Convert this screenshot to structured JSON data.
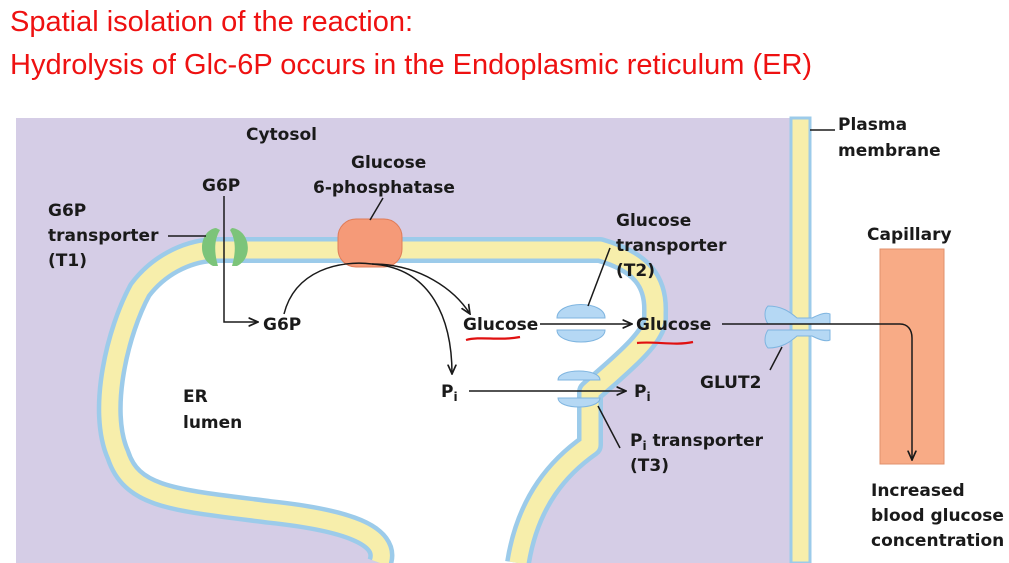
{
  "title_line1": "Spatial isolation of the reaction:",
  "title_line2": "Hydrolysis of Glc-6P occurs in the Endoplasmic reticulum (ER)",
  "labels": {
    "cytosol": "Cytosol",
    "plasma_membrane": [
      "Plasma",
      "membrane"
    ],
    "g6p_top": "G6P",
    "g6p_transporter": [
      "G6P",
      "transporter",
      "(T1)"
    ],
    "glucose_6_phosphatase": [
      "Glucose",
      "6-phosphatase"
    ],
    "glucose_transporter": [
      "Glucose",
      "transporter",
      "(T2)"
    ],
    "capillary": "Capillary",
    "g6p_lumen": "G6P",
    "glucose_lumen": "Glucose",
    "glucose_cytosol": "Glucose",
    "glut2": "GLUT2",
    "pi_lumen_main": "P",
    "pi_lumen_sub": "i",
    "pi_cytosol_main": "P",
    "pi_cytosol_sub": "i",
    "er_lumen": [
      "ER",
      "lumen"
    ],
    "pi_transporter_main": "P",
    "pi_transporter_sub": "i",
    "pi_transporter_rest": " transporter",
    "pi_transporter_t3": "(T3)",
    "increased_blood_glucose": [
      "Increased",
      "blood glucose",
      "concentration"
    ]
  },
  "colors": {
    "title": "#ee1111",
    "cytosol_bg": "#d5cde6",
    "membrane_fill": "#f7eeab",
    "membrane_edge": "#9ccbea",
    "transporter_t1": "#7cc47a",
    "enzyme": "#f59a78",
    "transporter_blue": "#b5d8f4",
    "capillary": "#f8ab86",
    "underline": "#e01010"
  }
}
